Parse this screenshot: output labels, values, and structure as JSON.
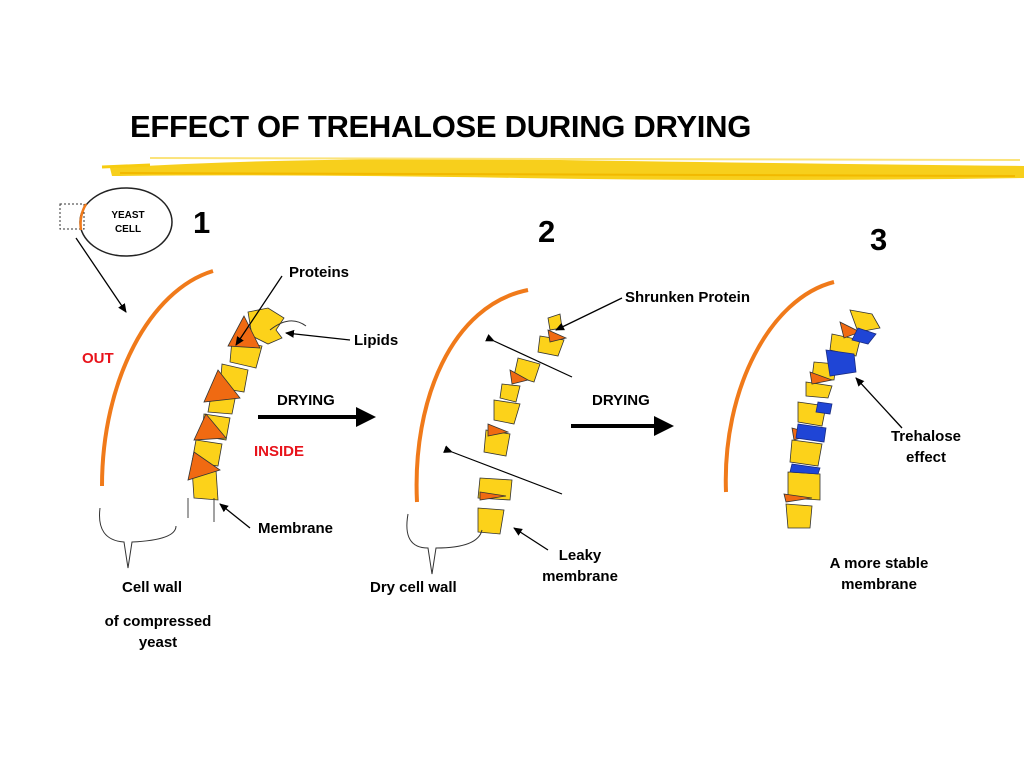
{
  "title": "EFFECT OF TREHALOSE DURING DRYING",
  "colors": {
    "highlight": "#f5c400",
    "cell_wall": "#f07a1a",
    "lipid_yellow": "#fcd21a",
    "protein_orange": "#f06a12",
    "trehalose_blue": "#1f45d6",
    "red_text": "#e8131b"
  },
  "yeast": {
    "line1": "YEAST",
    "line2": "CELL"
  },
  "steps": [
    "1",
    "2",
    "3"
  ],
  "labels": {
    "out": "OUT",
    "inside": "INSIDE",
    "proteins": "Proteins",
    "lipids": "Lipids",
    "membrane": "Membrane",
    "drying1": "DRYING",
    "drying2": "DRYING",
    "shrunken_protein": "Shrunken Protein",
    "trehalose_effect_1": "Trehalose",
    "trehalose_effect_2": "effect",
    "leaky_1": "Leaky",
    "leaky_2": "membrane",
    "stable_1": "A more stable",
    "stable_2": "membrane",
    "cell_wall": "Cell wall",
    "compressed_1": "of compressed",
    "compressed_2": "yeast",
    "dry_cell_wall": "Dry cell wall"
  }
}
